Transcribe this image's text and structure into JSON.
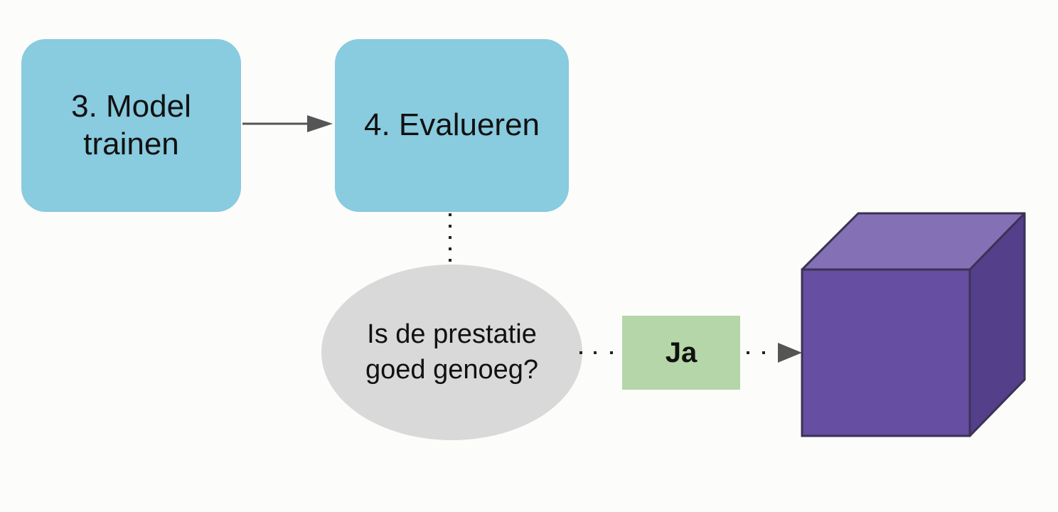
{
  "nodes": {
    "step3": {
      "line1": "3. Model",
      "line2": "trainen"
    },
    "step4": {
      "label": "4. Evalueren"
    },
    "decision": {
      "line1": "Is de prestatie",
      "line2": "goed genoeg?"
    },
    "yes": {
      "label": "Ja"
    }
  },
  "colors": {
    "step_fill": "#89cbdf",
    "decision_fill": "#d9d9d9",
    "yes_fill": "#b5d6a8",
    "cube_front": "#664ea2",
    "cube_top": "#8470b5",
    "cube_side": "#543f8a",
    "connector": "#555555"
  }
}
